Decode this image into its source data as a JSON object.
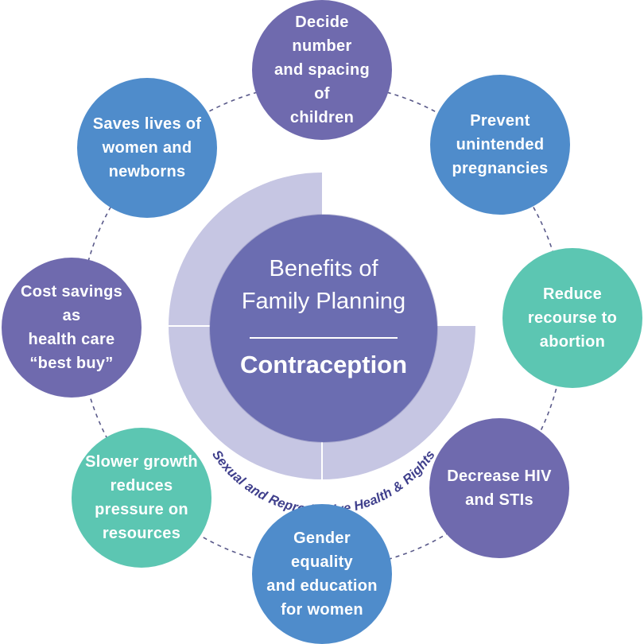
{
  "center": {
    "title": "Benefits of\nFamily Planning",
    "subtitle": "Contraception",
    "ring_label": "Sexual and Reproductive Health & Rights"
  },
  "benefits": [
    {
      "label": "Decide number\nand spacing of\nchildren",
      "color": "#6f6aae"
    },
    {
      "label": "Prevent\nunintended\npregnancies",
      "color": "#4f8ccb"
    },
    {
      "label": "Reduce\nrecourse to\nabortion",
      "color": "#5cc6b2"
    },
    {
      "label": "Decrease HIV\nand STIs",
      "color": "#6f6aae"
    },
    {
      "label": "Gender equality\nand education\nfor women",
      "color": "#4f8ccb"
    },
    {
      "label": "Slower growth\nreduces\npressure on\nresources",
      "color": "#5cc6b2"
    },
    {
      "label": "Cost savings as\nhealth care\n“best buy”",
      "color": "#6f6aae"
    },
    {
      "label": "Saves lives of\nwomen and\nnewborns",
      "color": "#4f8ccb"
    }
  ],
  "colors": {
    "center": "#6b6db1",
    "ring_light": "#c6c6e3",
    "ring_text": "#3f3f8c",
    "dashed_line": "#5a5a8a"
  }
}
